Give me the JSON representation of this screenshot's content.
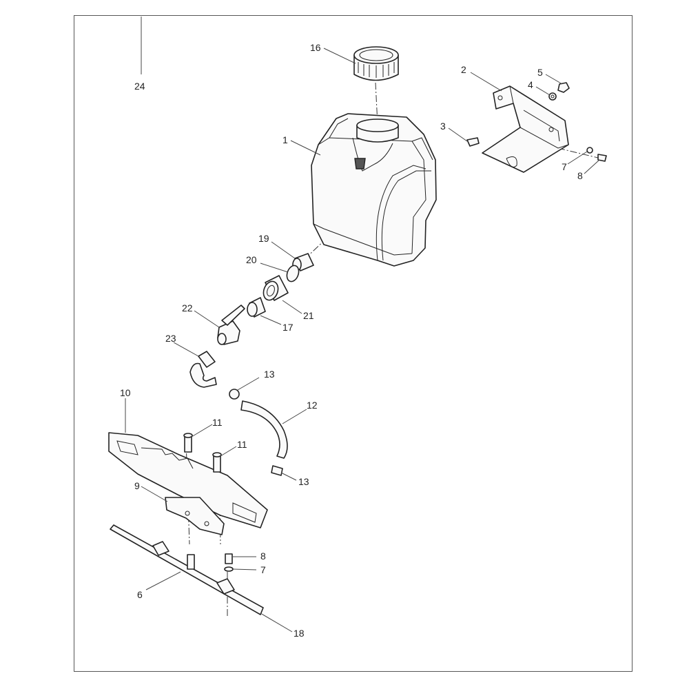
{
  "diagram": {
    "callouts": [
      {
        "id": "1",
        "text": "1"
      },
      {
        "id": "2",
        "text": "2"
      },
      {
        "id": "3",
        "text": "3"
      },
      {
        "id": "4",
        "text": "4"
      },
      {
        "id": "5",
        "text": "5"
      },
      {
        "id": "6",
        "text": "6"
      },
      {
        "id": "7a",
        "text": "7"
      },
      {
        "id": "7b",
        "text": "7"
      },
      {
        "id": "8a",
        "text": "8"
      },
      {
        "id": "8b",
        "text": "8"
      },
      {
        "id": "9",
        "text": "9"
      },
      {
        "id": "10",
        "text": "10"
      },
      {
        "id": "11a",
        "text": "11"
      },
      {
        "id": "11b",
        "text": "11"
      },
      {
        "id": "12",
        "text": "12"
      },
      {
        "id": "13a",
        "text": "13"
      },
      {
        "id": "13b",
        "text": "13"
      },
      {
        "id": "16",
        "text": "16"
      },
      {
        "id": "17",
        "text": "17"
      },
      {
        "id": "18",
        "text": "18"
      },
      {
        "id": "19",
        "text": "19"
      },
      {
        "id": "20",
        "text": "20"
      },
      {
        "id": "21",
        "text": "21"
      },
      {
        "id": "22",
        "text": "22"
      },
      {
        "id": "23",
        "text": "23"
      },
      {
        "id": "24",
        "text": "24"
      }
    ]
  }
}
